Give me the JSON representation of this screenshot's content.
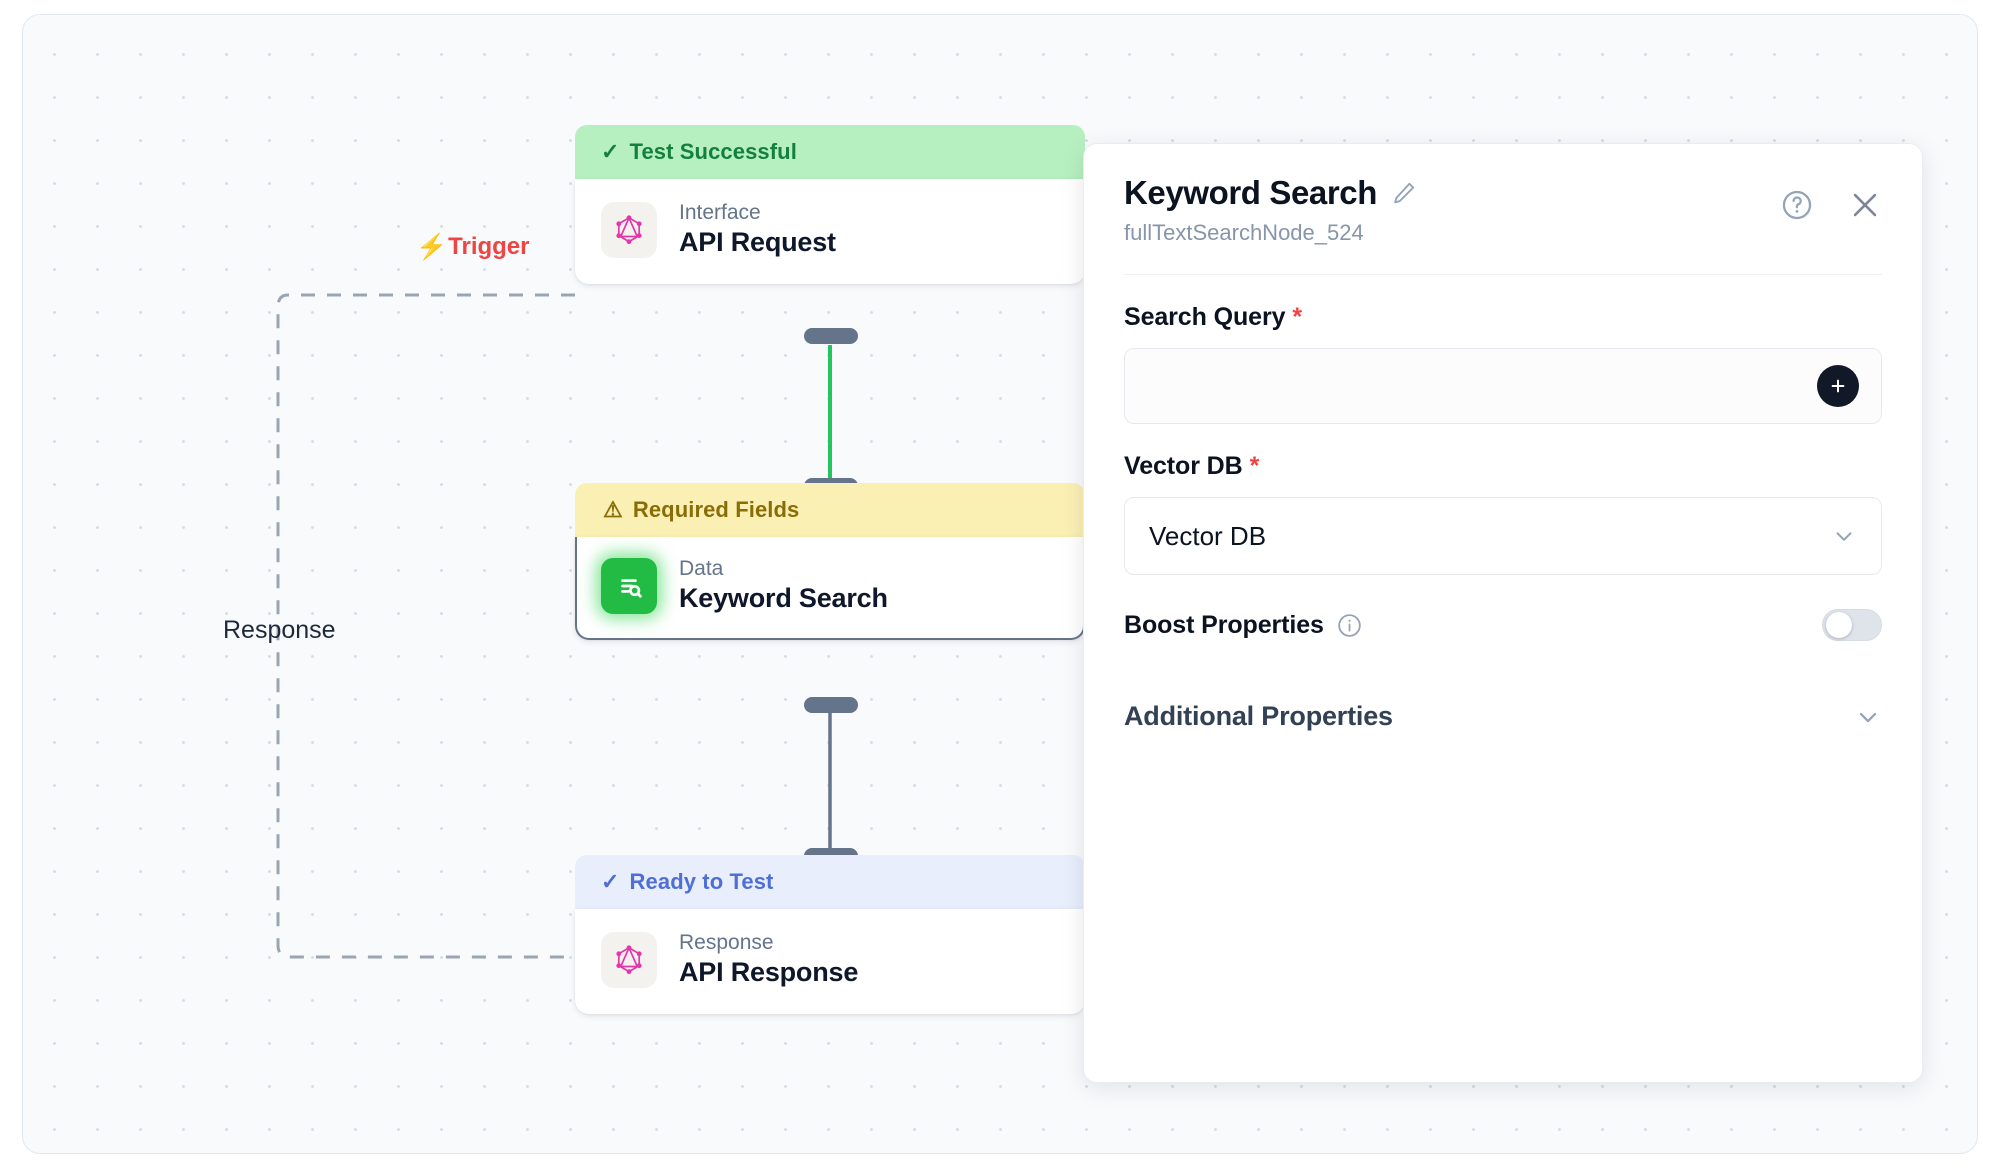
{
  "canvas": {
    "trigger_label": "Trigger",
    "trigger_icon": "lightning-bolt-icon",
    "response_label": "Response",
    "edge_colors": {
      "active": "#22c55e",
      "idle": "#64748b",
      "dashed": "#9aa5b1"
    }
  },
  "nodes": [
    {
      "id": "api-request",
      "status": "Test Successful",
      "status_icon": "check-icon",
      "status_style": "success",
      "status_bg": "#b6f0c0",
      "status_fg": "#15803d",
      "kind": "Interface",
      "title": "API Request",
      "icon": "graphql-icon"
    },
    {
      "id": "keyword-search",
      "status": "Required Fields",
      "status_icon": "warning-triangle-icon",
      "status_style": "warn",
      "status_bg": "#fbf0b4",
      "status_fg": "#8a6d07",
      "kind": "Data",
      "title": "Keyword Search",
      "icon": "document-search-icon",
      "selected": true
    },
    {
      "id": "api-response",
      "status": "Ready to Test",
      "status_icon": "check-icon",
      "status_style": "ready",
      "status_bg": "#e8eefc",
      "status_fg": "#4f6fd6",
      "kind": "Response",
      "title": "API Response",
      "icon": "graphql-icon"
    }
  ],
  "panel": {
    "title": "Keyword Search",
    "subtitle": "fullTextSearchNode_524",
    "edit_icon": "pencil-icon",
    "help_icon": "question-circle-icon",
    "close_icon": "close-icon",
    "fields": {
      "search_query": {
        "label": "Search Query",
        "required_marker": "*",
        "value": "",
        "placeholder": "",
        "add_button_icon": "plus-icon"
      },
      "vector_db": {
        "label": "Vector DB",
        "required_marker": "*",
        "selected": "Vector DB",
        "chevron_icon": "chevron-down-icon"
      },
      "boost_properties": {
        "label": "Boost Properties",
        "info_icon": "info-circle-icon",
        "enabled": false
      }
    },
    "additional_properties": {
      "label": "Additional Properties",
      "chevron_icon": "chevron-down-icon",
      "expanded": false
    }
  }
}
